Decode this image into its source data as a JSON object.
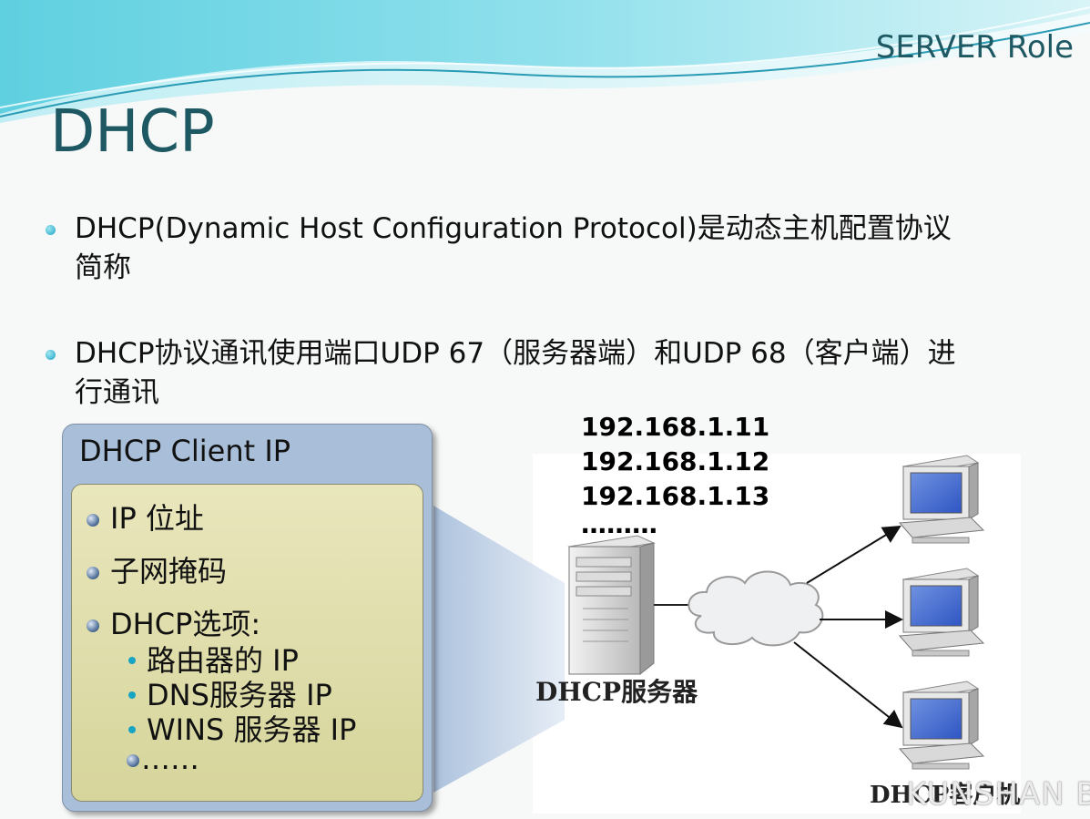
{
  "header": {
    "role": "SERVER Role",
    "title": "DHCP"
  },
  "bullets": [
    {
      "line1": "DHCP(Dynamic Host Configuration Protocol)是动态主机配置协议",
      "line2": "简称"
    },
    {
      "line1": "DHCP协议通讯使用端口UDP 67（服务器端）和UDP 68（客户端）进",
      "line2": "行通讯"
    }
  ],
  "client_box": {
    "title": "DHCP Client IP",
    "items": [
      "IP 位址",
      "子网掩码",
      "DHCP选项:"
    ],
    "sub_items": [
      "路由器的 IP",
      "DNS服务器 IP",
      "WINS 服务器 IP"
    ],
    "ellipsis": "……"
  },
  "diagram": {
    "ips": [
      "192.168.1.11",
      "192.168.1.12",
      "192.168.1.13",
      "………"
    ],
    "server_label": "DHCP服务器",
    "client_label": "DHCP客户机"
  },
  "watermark": "KUNSHAN BBS",
  "colors": {
    "accent": "#1d5863",
    "bullet": "#1aa4c4",
    "outer_box": "#a9bfd9",
    "inner_box": "#e0deaa"
  }
}
